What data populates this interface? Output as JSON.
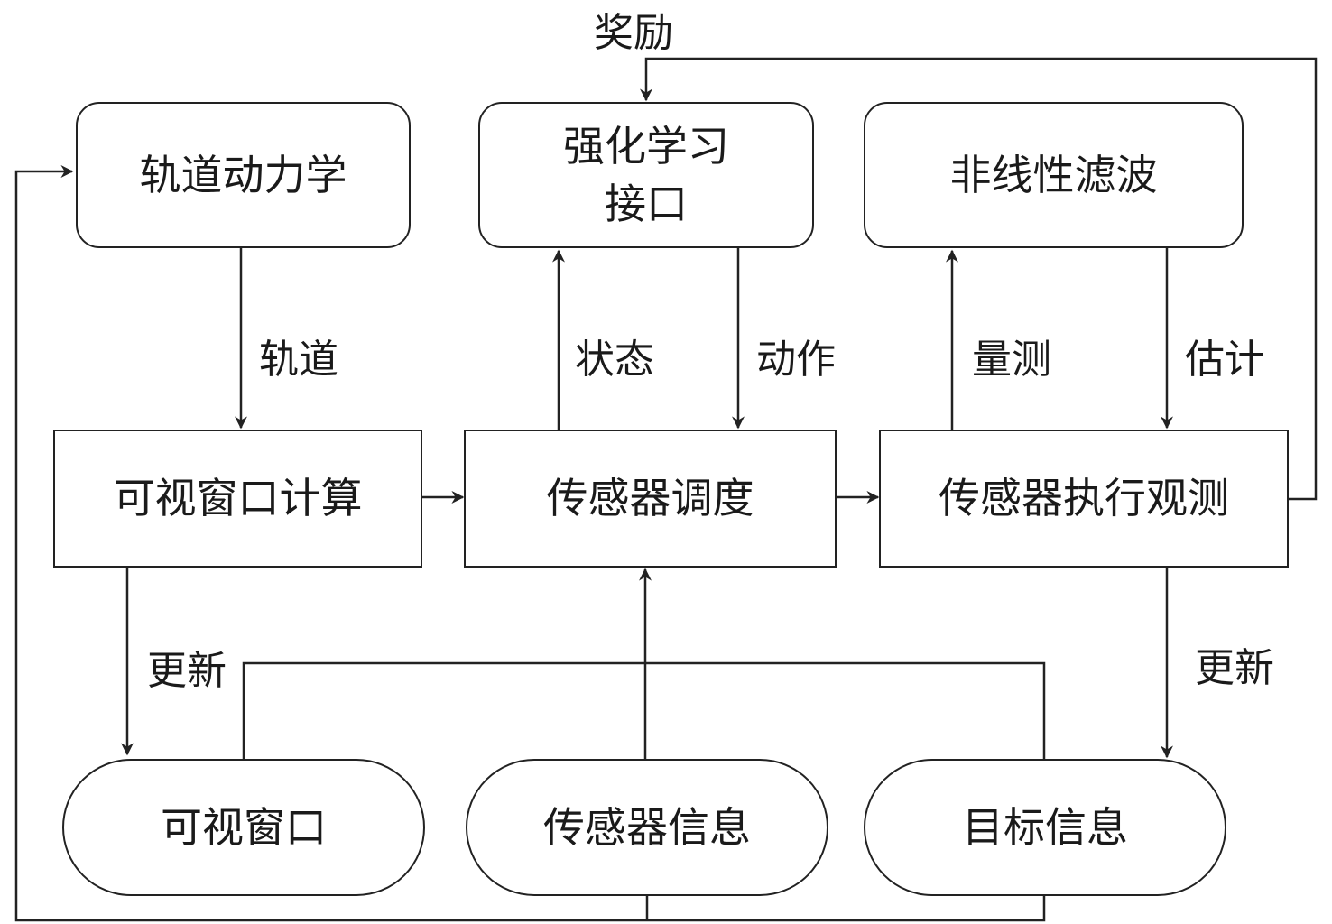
{
  "nodes": {
    "orbit_dynamics": "轨道动力学",
    "rl_interface_line1": "强化学习",
    "rl_interface_line2": "接口",
    "nonlinear_filter": "非线性滤波",
    "visibility_window_calc": "可视窗口计算",
    "sensor_scheduling": "传感器调度",
    "sensor_observation": "传感器执行观测",
    "visibility_window": "可视窗口",
    "sensor_info": "传感器信息",
    "target_info": "目标信息"
  },
  "edge_labels": {
    "reward": "奖励",
    "orbit": "轨道",
    "state": "状态",
    "action": "动作",
    "measurement": "量测",
    "estimate": "估计",
    "update_left": "更新",
    "update_right": "更新"
  }
}
